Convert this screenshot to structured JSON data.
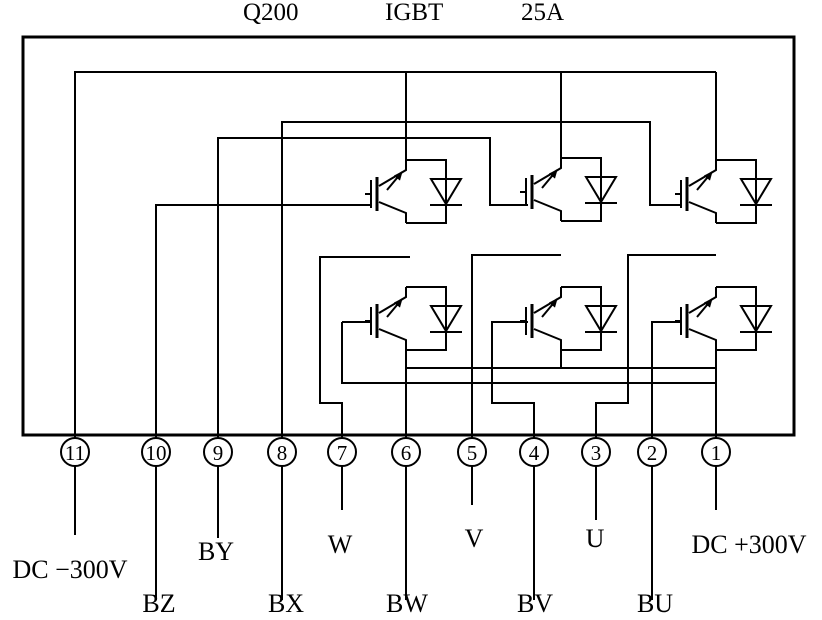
{
  "title": {
    "part": "Q200",
    "type": "IGBT",
    "rating": "25A"
  },
  "pins": [
    {
      "num": "11",
      "label": "DC −300V"
    },
    {
      "num": "10",
      "label": "BZ"
    },
    {
      "num": "9",
      "label": "BY"
    },
    {
      "num": "8",
      "label": "BX"
    },
    {
      "num": "7",
      "label": "W"
    },
    {
      "num": "6",
      "label": "BW"
    },
    {
      "num": "5",
      "label": "V"
    },
    {
      "num": "4",
      "label": "BV"
    },
    {
      "num": "3",
      "label": "U"
    },
    {
      "num": "2",
      "label": "BU"
    },
    {
      "num": "1",
      "label": "DC +300V"
    }
  ],
  "colors": {
    "line": "#000000",
    "background": "#ffffff"
  }
}
